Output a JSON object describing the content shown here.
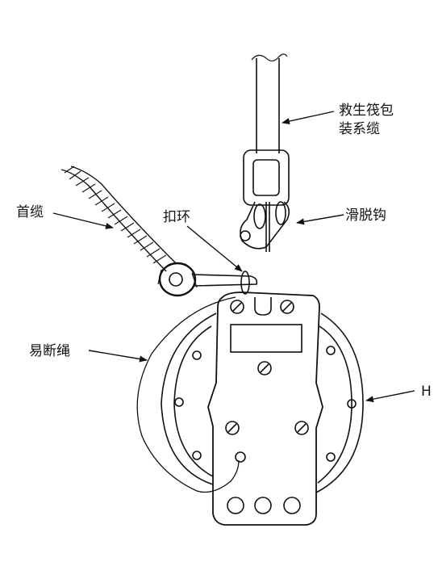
{
  "labels": {
    "raft_system": "救生筏包装系缆",
    "painter": "首缆",
    "shackle": "扣环",
    "slip_hook": "滑脱钩",
    "weak_link": "易断绳",
    "h_marker": "H"
  },
  "colors": {
    "line": "#111111",
    "background": "#ffffff"
  }
}
